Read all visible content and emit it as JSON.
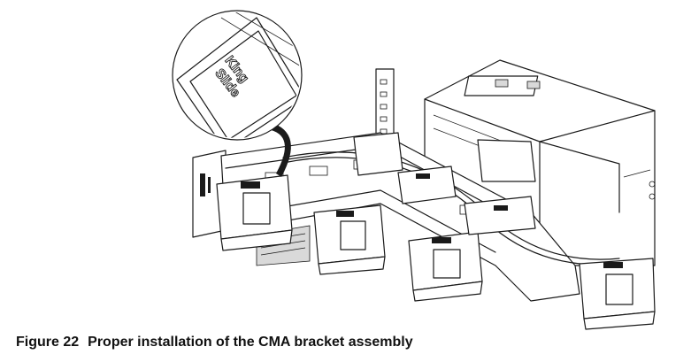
{
  "figure": {
    "caption_number": "Figure 22",
    "caption_text": "Proper installation of the CMA bracket assembly",
    "callout_label_line1": "King",
    "callout_label_line2": "Slide"
  },
  "colors": {
    "line": "#1a1a1a",
    "background": "#ffffff"
  }
}
